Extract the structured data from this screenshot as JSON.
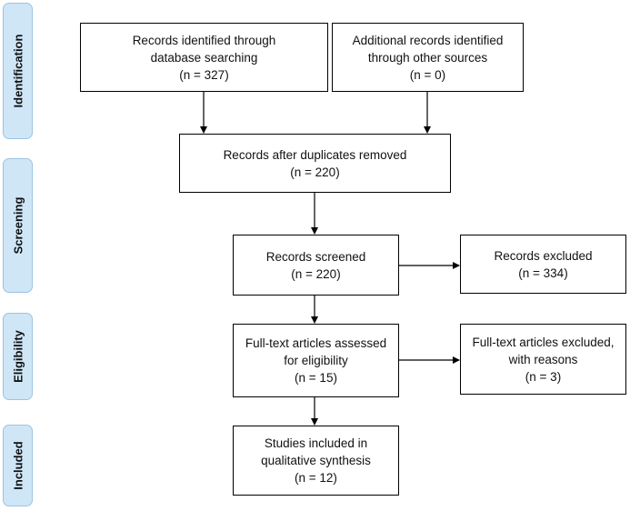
{
  "stages": {
    "identification": "Identification",
    "screening": "Screening",
    "eligibility": "Eligibility",
    "included": "Included"
  },
  "boxes": {
    "database": {
      "line1": "Records identified through",
      "line2": "database searching",
      "line3": "(n = 327)"
    },
    "other_sources": {
      "line1": "Additional records identified",
      "line2": "through other sources",
      "line3": "(n = 0)"
    },
    "duplicates_removed": {
      "line1": "Records after duplicates removed",
      "line2": "(n = 220)"
    },
    "screened": {
      "line1": "Records screened",
      "line2": "(n = 220)"
    },
    "excluded": {
      "line1": "Records excluded",
      "line2": "(n = 334)"
    },
    "fulltext_assessed": {
      "line1": "Full-text articles assessed",
      "line2": "for eligibility",
      "line3": "(n = 15)"
    },
    "fulltext_excluded": {
      "line1": "Full-text articles excluded,",
      "line2": "with reasons",
      "line3": "(n = 3)"
    },
    "included": {
      "line1": "Studies included in",
      "line2": "qualitative synthesis",
      "line3": "(n = 12)"
    }
  }
}
